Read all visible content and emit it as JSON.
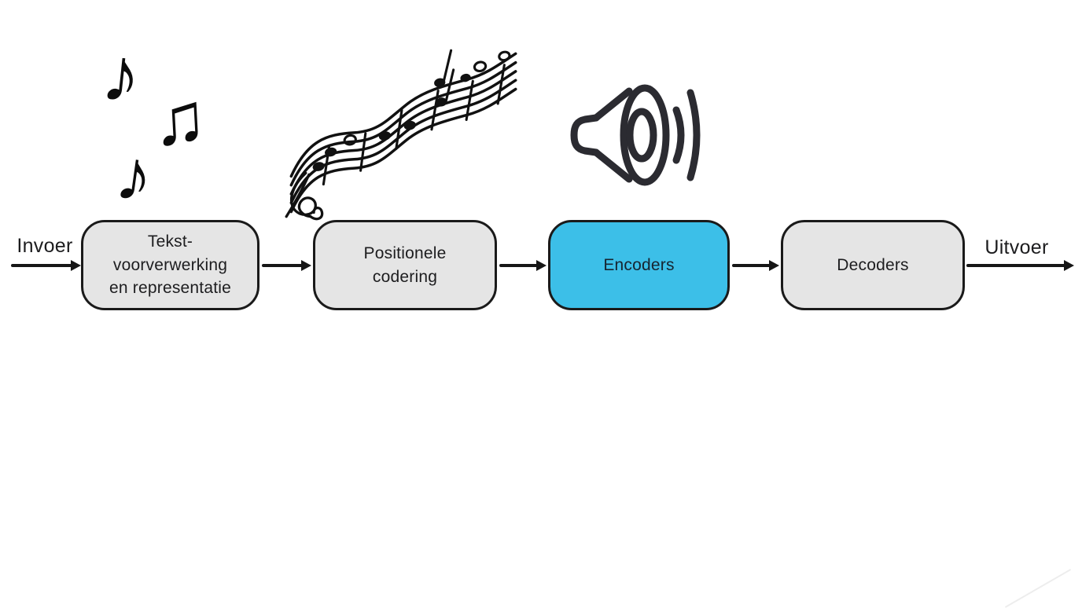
{
  "diagram": {
    "input_label": "Invoer",
    "output_label": "Uitvoer",
    "boxes": [
      {
        "id": "preprocessing",
        "label": "Tekst-\nvoorverwerking\nen representatie",
        "fill": "#e5e5e5"
      },
      {
        "id": "positional-encoding",
        "label": "Positionele\ncodering",
        "fill": "#e5e5e5"
      },
      {
        "id": "encoders",
        "label": "Encoders",
        "fill": "#3cbfe8"
      },
      {
        "id": "decoders",
        "label": "Decoders",
        "fill": "#e5e5e5"
      }
    ],
    "icons": [
      {
        "name": "music-notes-icon",
        "glyphs": [
          "♪",
          "♫",
          "♪"
        ]
      },
      {
        "name": "music-staff-icon"
      },
      {
        "name": "speaker-icon"
      }
    ],
    "colors": {
      "accent_blue": "#3cbfe8",
      "box_gray": "#e5e5e5",
      "stroke": "#1a1a1a",
      "text": "#1d1d1f",
      "icon_dark": "#2b2b31"
    }
  }
}
